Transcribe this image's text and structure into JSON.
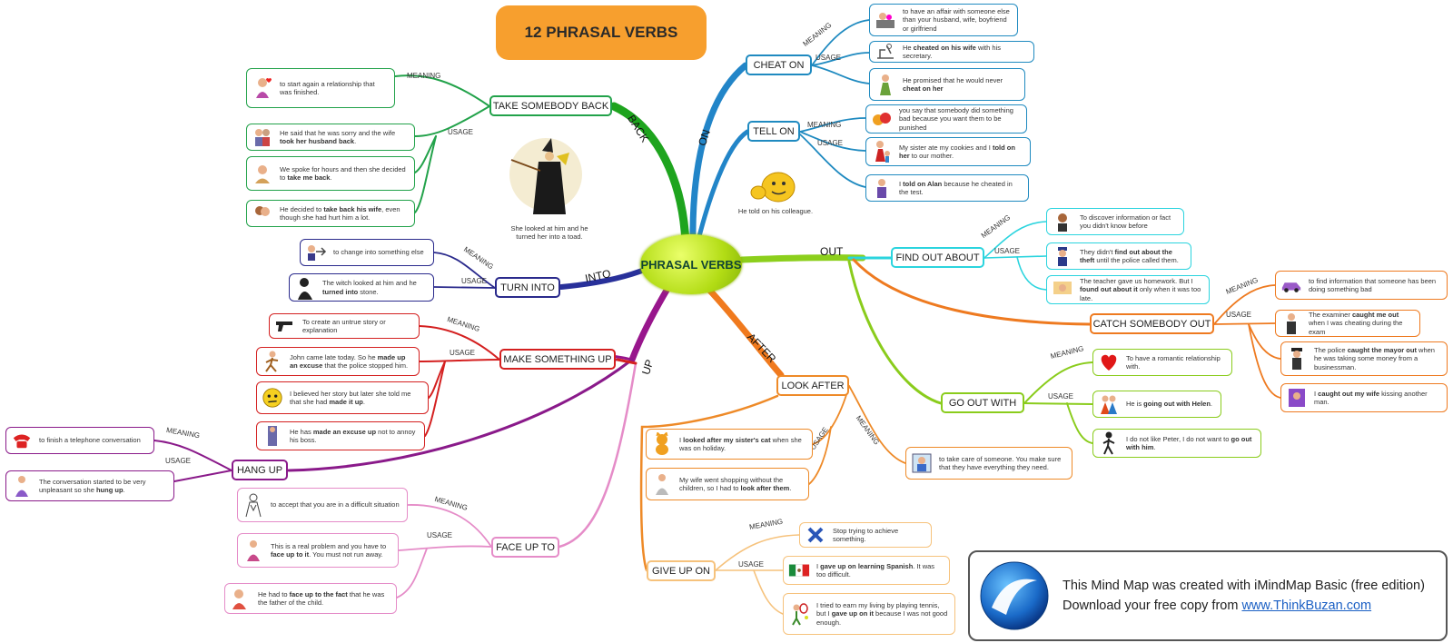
{
  "title": "12 PHRASAL VERBS",
  "center": "PHRASAL VERBS",
  "labels": {
    "meaning": "MEANING",
    "usage": "USAGE"
  },
  "branches": [
    {
      "name": "BACK",
      "color": "#1ea41e"
    },
    {
      "name": "ON",
      "color": "#2285c8"
    },
    {
      "name": "INTO",
      "color": "#28309a"
    },
    {
      "name": "UP",
      "color": "#98168c"
    },
    {
      "name": "OUT",
      "color": "#8ccf1c"
    },
    {
      "name": "AFTER",
      "color": "#f07a1e"
    }
  ],
  "verbs": [
    {
      "name": "TAKE SOMEBODY BACK",
      "color": "#22a24a",
      "meaning": [
        "to start again a relationship that was finished."
      ],
      "usage": [
        [
          "He said that he was sorry and the wife ",
          "took her husband back",
          "."
        ],
        [
          "We spoke for hours and then she decided to ",
          "take me back",
          "."
        ],
        [
          "He decided to ",
          "take back his wife",
          ", even though she had hurt him a lot."
        ]
      ]
    },
    {
      "name": "CHEAT ON",
      "color": "#1f8ac0",
      "meaning": [
        "to have an affair with someone else than your husband, wife, boyfriend or girlfriend"
      ],
      "usage": [
        [
          "He ",
          "cheated on his wife",
          " with his secretary."
        ],
        [
          "He promised that he would never ",
          "cheat on her",
          ""
        ]
      ]
    },
    {
      "name": "TELL ON",
      "color": "#1f8ac0",
      "meaning": [
        "you say that somebody did something bad because you want them to be punished"
      ],
      "usage": [
        [
          "My sister ate my cookies and I ",
          "told on her",
          " to our mother."
        ],
        [
          "I ",
          "told on Alan",
          " because he cheated in the test."
        ]
      ]
    },
    {
      "name": "TURN INTO",
      "color": "#2a2a8c",
      "meaning": [
        "to change into something else"
      ],
      "usage": [
        [
          "The witch looked at him and he ",
          "turned into",
          " stone."
        ]
      ]
    },
    {
      "name": "MAKE SOMETHING UP",
      "color": "#d42020",
      "meaning": [
        "To create an untrue story or explanation"
      ],
      "usage": [
        [
          "John came late today. So he ",
          "made up an excuse",
          " that the police stopped him."
        ],
        [
          "I believed her story but later she told me that she had ",
          "made it up",
          "."
        ],
        [
          "He has ",
          "made an excuse up",
          " not to annoy his boss."
        ]
      ]
    },
    {
      "name": "HANG UP",
      "color": "#8a1a8a",
      "meaning": [
        "to finish a telephone conversation"
      ],
      "usage": [
        [
          "The conversation started to be very unpleasant so she ",
          "hung up",
          "."
        ]
      ]
    },
    {
      "name": "FACE UP TO",
      "color": "#e58cc8",
      "meaning": [
        "to accept that you are in a difficult situation"
      ],
      "usage": [
        [
          "This is a real problem and you have to ",
          "face up to it",
          ". You must not run away."
        ],
        [
          "He had to ",
          "face up to the fact",
          " that he was the father of the child."
        ]
      ]
    },
    {
      "name": "FIND OUT ABOUT",
      "color": "#2bd4de",
      "meaning": [
        "To discover information or fact you didn't know before"
      ],
      "usage": [
        [
          "They didn't ",
          "find out about the theft",
          " until the police called them."
        ],
        [
          "The teacher gave us homework. But I ",
          "found out about it",
          " only when it was too late."
        ]
      ]
    },
    {
      "name": "CATCH SOMEBODY OUT",
      "color": "#ee7a20",
      "meaning": [
        "to find information that someone has been doing something bad"
      ],
      "usage": [
        [
          "The examiner ",
          "caught me out",
          " when I was cheating during the exam"
        ],
        [
          "The police ",
          "caught the mayor out",
          " when he was taking some money from a businessman."
        ],
        [
          "I ",
          "caught out my wife",
          " kissing another man."
        ]
      ]
    },
    {
      "name": "GO OUT WITH",
      "color": "#8acc1c",
      "meaning": [
        "To have a romantic relationship with."
      ],
      "usage": [
        [
          "He is ",
          "going out with Helen",
          "."
        ],
        [
          "I do not like Peter, I do not want to ",
          "go out with him",
          "."
        ]
      ]
    },
    {
      "name": "LOOK AFTER",
      "color": "#ee8a28",
      "meaning": [
        "to take care of someone. You make sure that they have everything they need."
      ],
      "usage": [
        [
          "I ",
          "looked after my sister's cat",
          " when she was on holiday."
        ],
        [
          "My wife went shopping without the children, so I had to ",
          "look after them",
          "."
        ]
      ]
    },
    {
      "name": "GIVE UP ON",
      "color": "#f6c27c",
      "meaning": [
        "Stop trying to achieve something."
      ],
      "usage": [
        [
          "I ",
          "gave up on learning Spanish",
          ". It was too difficult."
        ],
        [
          "I tried to earn my living by playing tennis, but I ",
          "gave up on it",
          " because I was not good enough."
        ]
      ]
    }
  ],
  "captions": {
    "witch": "She looked at him and he turned her into a toad.",
    "smiley": "He told on his colleague."
  },
  "banner": {
    "line1": "This Mind Map was created with iMindMap Basic (free edition)",
    "line2_prefix": "Download your free copy from ",
    "link": "www.ThinkBuzan.com"
  }
}
